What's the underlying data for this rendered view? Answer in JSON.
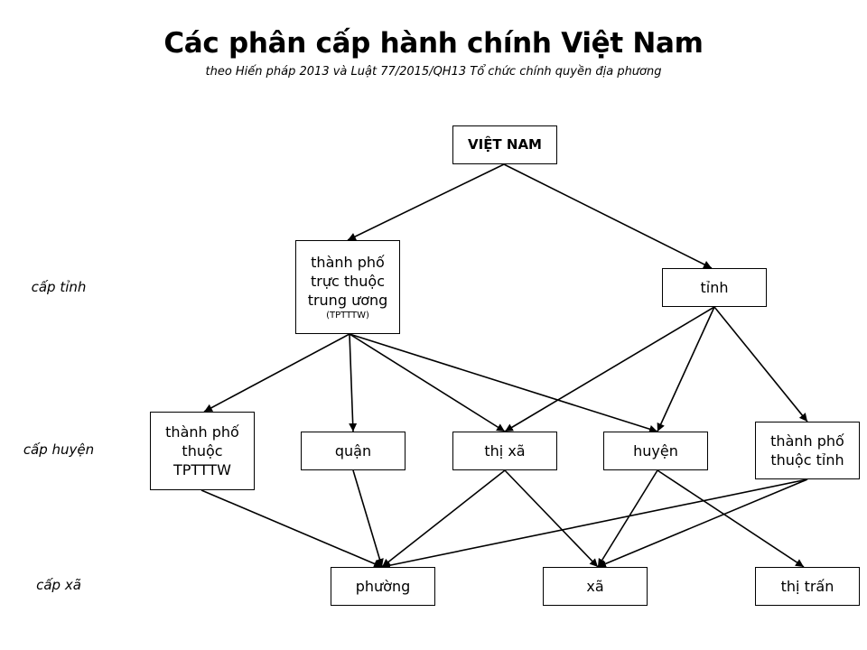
{
  "title": "Các phân cấp hành chính Việt Nam",
  "subtitle": "theo Hiến pháp 2013 và Luật 77/2015/QH13 Tổ chức chính quyền địa phương",
  "levels": {
    "province": "cấp tỉnh",
    "district": "cấp huyện",
    "commune": "cấp xã"
  },
  "nodes": {
    "vietnam": "VIỆT NAM",
    "tptttw": {
      "line1": "thành phố",
      "line2": "trực thuộc",
      "line3": "trung ương",
      "abbr": "(TPTTTW)"
    },
    "tinh": "tỉnh",
    "tp_thuoc_tptttw": {
      "line1": "thành phố",
      "line2": "thuộc",
      "line3": "TPTTTW"
    },
    "quan": "quận",
    "thi_xa": "thị xã",
    "huyen": "huyện",
    "tp_thuoc_tinh": {
      "line1": "thành phố",
      "line2": "thuộc tỉnh"
    },
    "phuong": "phường",
    "xa": "xã",
    "thi_tran": "thị trấn"
  },
  "edges": [
    [
      "vietnam",
      "tptttw"
    ],
    [
      "vietnam",
      "tinh"
    ],
    [
      "tptttw",
      "tp_thuoc_tptttw"
    ],
    [
      "tptttw",
      "quan"
    ],
    [
      "tptttw",
      "thi_xa"
    ],
    [
      "tptttw",
      "huyen"
    ],
    [
      "tinh",
      "thi_xa"
    ],
    [
      "tinh",
      "huyen"
    ],
    [
      "tinh",
      "tp_thuoc_tinh"
    ],
    [
      "tp_thuoc_tptttw",
      "phuong"
    ],
    [
      "quan",
      "phuong"
    ],
    [
      "thi_xa",
      "phuong"
    ],
    [
      "thi_xa",
      "xa"
    ],
    [
      "huyen",
      "xa"
    ],
    [
      "huyen",
      "thi_tran"
    ],
    [
      "tp_thuoc_tinh",
      "phuong"
    ],
    [
      "tp_thuoc_tinh",
      "xa"
    ]
  ]
}
